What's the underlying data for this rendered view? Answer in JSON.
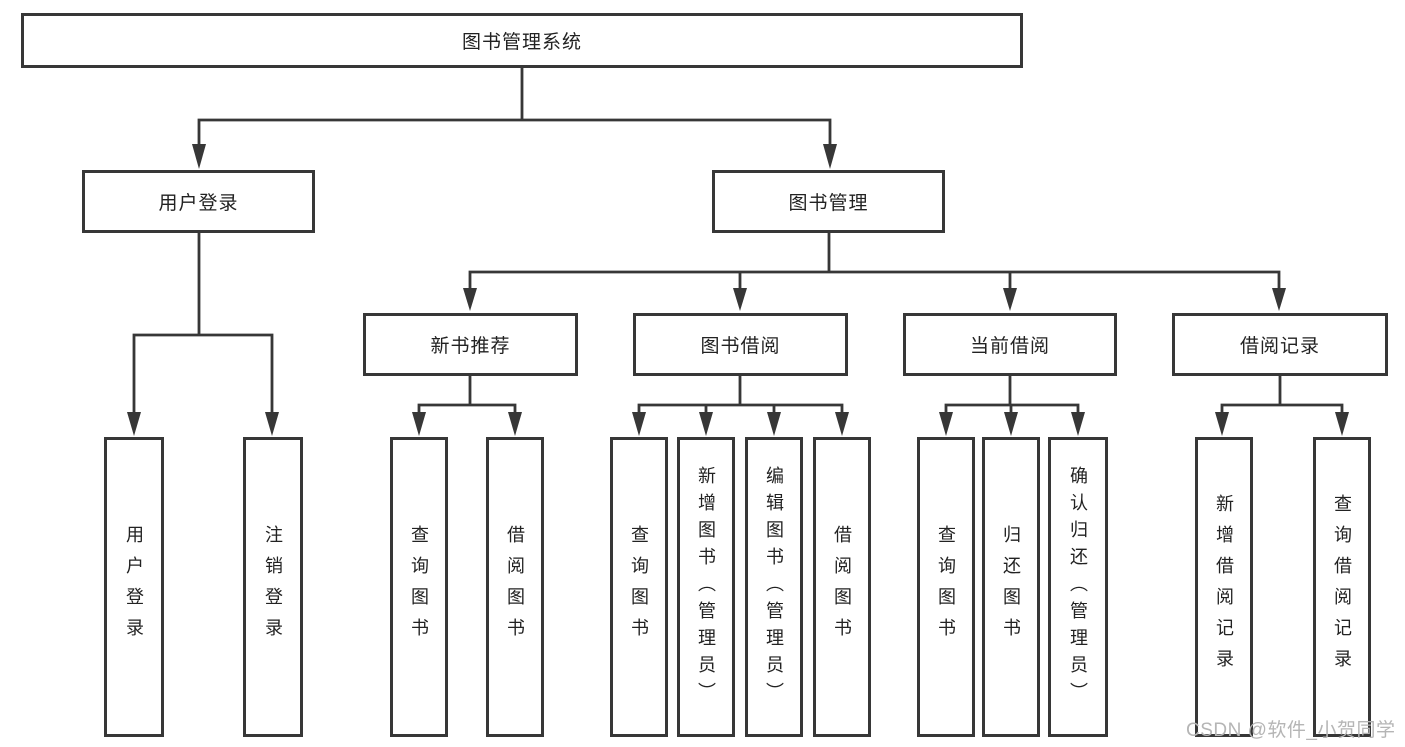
{
  "diagram": {
    "root": {
      "label": "图书管理系统"
    },
    "branches": [
      {
        "label": "用户登录",
        "children": [
          {
            "label": "用户登录"
          },
          {
            "label": "注销登录"
          }
        ]
      },
      {
        "label": "图书管理",
        "children": [
          {
            "label": "新书推荐",
            "children": [
              {
                "label": "查询图书"
              },
              {
                "label": "借阅图书"
              }
            ]
          },
          {
            "label": "图书借阅",
            "children": [
              {
                "label": "查询图书"
              },
              {
                "label": "新增图书（管理员）"
              },
              {
                "label": "编辑图书（管理员）"
              },
              {
                "label": "借阅图书"
              }
            ]
          },
          {
            "label": "当前借阅",
            "children": [
              {
                "label": "查询图书"
              },
              {
                "label": "归还图书"
              },
              {
                "label": "确认归还（管理员）"
              }
            ]
          },
          {
            "label": "借阅记录",
            "children": [
              {
                "label": "新增借阅记录"
              },
              {
                "label": "查询借阅记录"
              }
            ]
          }
        ]
      }
    ]
  },
  "watermark": {
    "text": "CSDN @软件_小贺同学"
  },
  "colors": {
    "line": "#373737",
    "text": "#222222",
    "bg": "#ffffff",
    "watermark": "#b5b5b5"
  }
}
